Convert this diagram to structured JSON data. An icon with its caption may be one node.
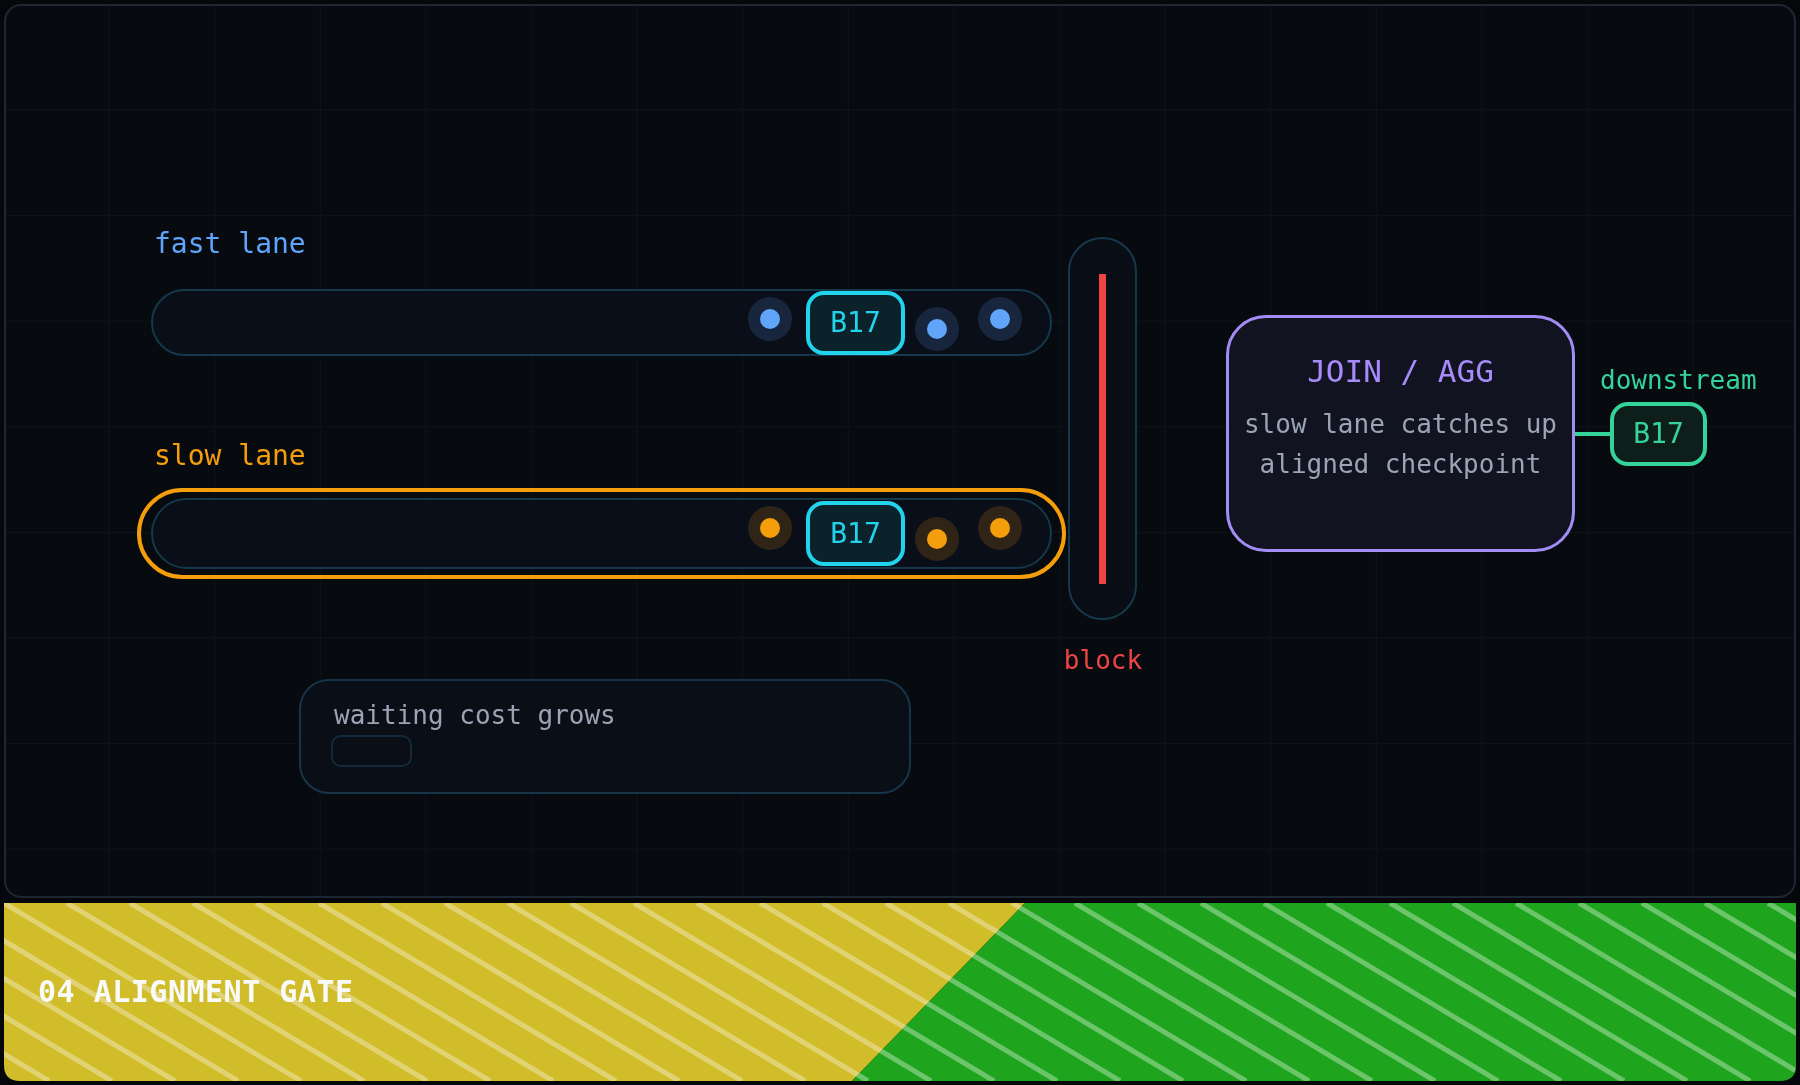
{
  "diagram": {
    "title": "04 ALIGNMENT GATE",
    "nodes": [
      {
        "text": [
          "fast lane"
        ]
      },
      {
        "text": [
          "B17"
        ],
        "in": 0
      },
      {
        "text": [],
        "shape": "circle",
        "in": 0
      },
      {
        "text": [],
        "shape": "circle",
        "in": 0
      },
      {
        "text": [],
        "shape": "circle",
        "in": 0
      },
      {
        "text": [
          "slow lane"
        ]
      },
      {
        "text": [],
        "shape": "bar",
        "in": 5
      },
      {
        "text": [
          "B17"
        ],
        "in": 6
      },
      {
        "text": [],
        "shape": "circle",
        "in": 6
      },
      {
        "text": [],
        "shape": "circle",
        "in": 6
      },
      {
        "text": [],
        "shape": "circle",
        "in": 6
      },
      {
        "text": [
          "block"
        ]
      },
      {
        "text": [
          "JOIN / AGG",
          "slow lane catches up",
          "aligned checkpoint"
        ]
      },
      {
        "text": [
          "B17"
        ],
        "beside": [
          "downstream"
        ]
      },
      {
        "text": [
          "waiting cost grows"
        ]
      },
      {
        "text": [],
        "shape": "bar",
        "in": 14
      }
    ],
    "edges": [
      {
        "from": 12,
        "to": 13,
        "arrow": "none"
      }
    ]
  }
}
